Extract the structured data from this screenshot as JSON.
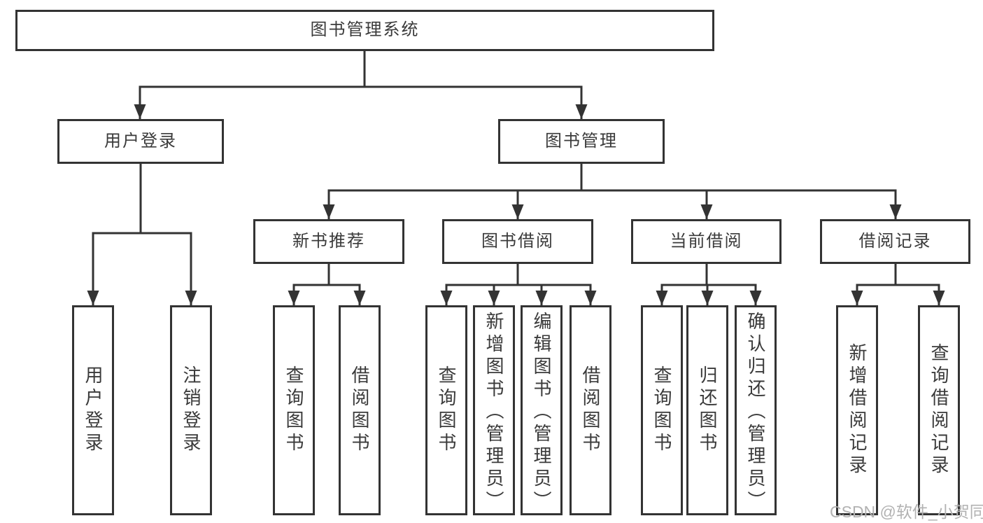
{
  "diagram_title": "图书管理系统",
  "nodes": {
    "root": "图书管理系统",
    "level1": {
      "user_login": "用户登录",
      "book_mgmt": "图书管理"
    },
    "level2": {
      "new_book_rec": "新书推荐",
      "book_borrow": "图书借阅",
      "current_borrow": "当前借阅",
      "borrow_record": "借阅记录"
    },
    "leaves": {
      "login": "用户登录",
      "logout": "注销登录",
      "rec_query": "查询图书",
      "rec_borrow": "借阅图书",
      "bor_query": "查询图书",
      "bor_add": "新增图书（管理员）",
      "bor_edit": "编辑图书（管理员）",
      "bor_borrow": "借阅图书",
      "cur_query": "查询图书",
      "cur_return": "归还图书",
      "cur_confirm": "确认归还（管理员）",
      "log_add": "新增借阅记录",
      "log_query": "查询借阅记录"
    }
  },
  "colors": {
    "line": "#333333",
    "box_border": "#333333",
    "text": "#3a3a3a",
    "watermark": "#b2b2b2",
    "background": "#ffffff"
  },
  "watermark": "CSDN @软件_小贺同学"
}
